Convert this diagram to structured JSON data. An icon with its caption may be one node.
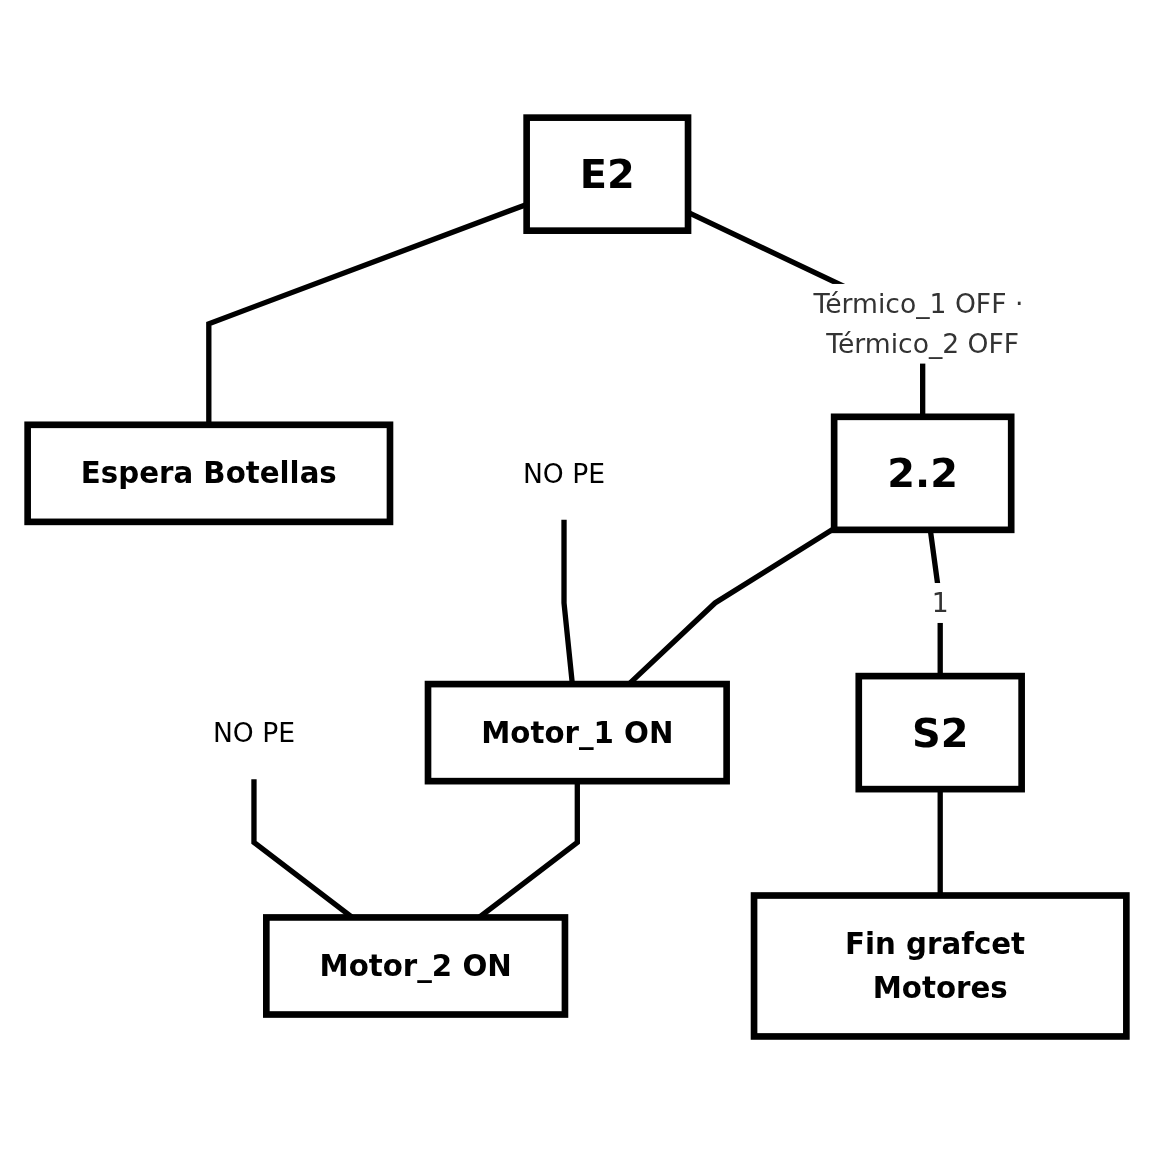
{
  "diagram": {
    "nodes": [
      {
        "text": [
          "E2"
        ]
      },
      {
        "text": [
          "Espera Botellas"
        ]
      },
      {
        "text": [
          "NO PE"
        ]
      },
      {
        "text": [
          "NO PE"
        ]
      },
      {
        "text": [
          "2.2"
        ]
      },
      {
        "text": [
          "Motor_1 ON"
        ]
      },
      {
        "text": [
          "Motor_2 ON"
        ]
      },
      {
        "text": [
          "S2"
        ]
      },
      {
        "text": [
          "Fin grafcet Motores"
        ]
      }
    ],
    "edges": [
      {
        "from": 0,
        "to": 1,
        "arrow": "none"
      },
      {
        "from": 0,
        "to": 4,
        "arrow": "none",
        "label": "Térmico_1 OFF · Térmico_2 OFF"
      },
      {
        "from": 4,
        "to": 5,
        "arrow": "none"
      },
      {
        "from": 2,
        "to": 5,
        "arrow": "none"
      },
      {
        "from": 5,
        "to": 6,
        "arrow": "none"
      },
      {
        "from": 3,
        "to": 6,
        "arrow": "none"
      },
      {
        "from": 4,
        "to": 7,
        "arrow": "none",
        "label": "1"
      },
      {
        "from": 7,
        "to": 8,
        "arrow": "none"
      }
    ]
  }
}
